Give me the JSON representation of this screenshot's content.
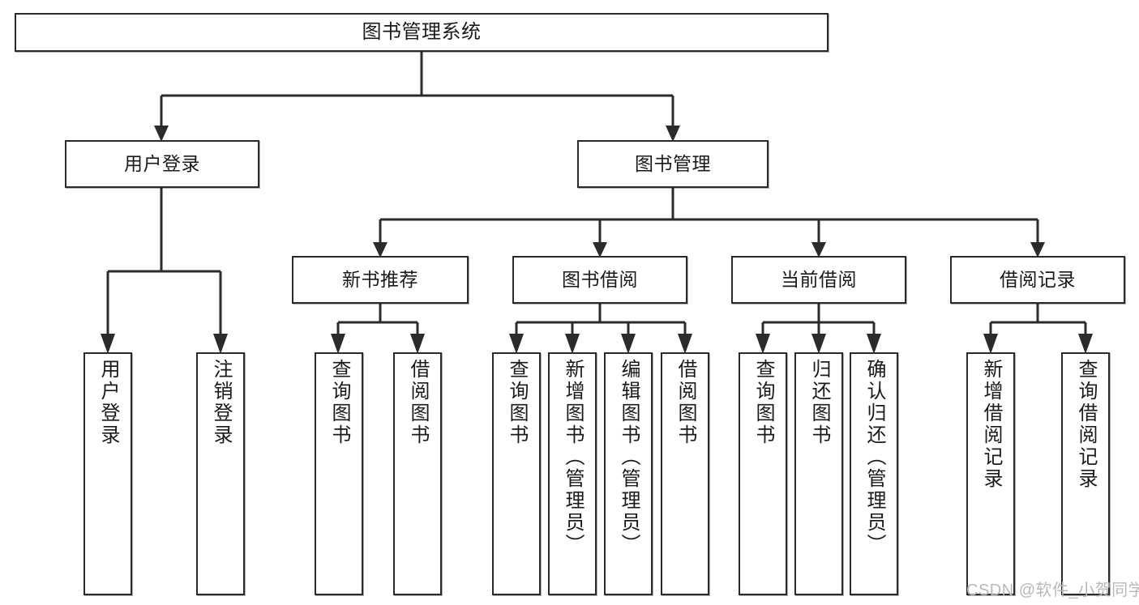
{
  "diagram": {
    "title": "图书管理系统",
    "type": "tree",
    "watermark": "CSDN @软件_小贺同学",
    "colors": {
      "box_border": "#2b2b2b",
      "box_fill": "#ffffff",
      "edge": "#2b2b2b",
      "text": "#1a1a1a",
      "watermark": "#b9b9b9",
      "background": "#ffffff"
    },
    "levels": {
      "root": "图书管理系统",
      "level2": [
        "用户登录",
        "图书管理"
      ],
      "level3": [
        "新书推荐",
        "图书借阅",
        "当前借阅",
        "借阅记录"
      ]
    },
    "nodes": {
      "root": {
        "label": "图书管理系统"
      },
      "user_login": {
        "label": "用户登录"
      },
      "book_manage": {
        "label": "图书管理"
      },
      "new_book_rec": {
        "label": "新书推荐"
      },
      "book_borrow": {
        "label": "图书借阅"
      },
      "current_borrow": {
        "label": "当前借阅"
      },
      "borrow_record": {
        "label": "借阅记录"
      },
      "leaf_user_login": {
        "label": "用户登录"
      },
      "leaf_logout": {
        "label": "注销登录"
      },
      "leaf_query_book_1": {
        "label": "查询图书"
      },
      "leaf_borrow_book_1": {
        "label": "借阅图书"
      },
      "leaf_query_book_2": {
        "label": "查询图书"
      },
      "leaf_add_book_admin": {
        "label": "新增图书（管理员）"
      },
      "leaf_edit_book_admin": {
        "label": "编辑图书（管理员）"
      },
      "leaf_borrow_book_2": {
        "label": "借阅图书"
      },
      "leaf_query_book_3": {
        "label": "查询图书"
      },
      "leaf_return_book": {
        "label": "归还图书"
      },
      "leaf_confirm_return_admin": {
        "label": "确认归还（管理员）"
      },
      "leaf_add_record": {
        "label": "新增借阅记录"
      },
      "leaf_query_record": {
        "label": "查询借阅记录"
      }
    },
    "edges": [
      {
        "from": "root",
        "to": "用户登录"
      },
      {
        "from": "root",
        "to": "图书管理"
      },
      {
        "from": "用户登录",
        "to": "用户登录(叶)"
      },
      {
        "from": "用户登录",
        "to": "注销登录"
      },
      {
        "from": "图书管理",
        "to": "新书推荐"
      },
      {
        "from": "图书管理",
        "to": "图书借阅"
      },
      {
        "from": "图书管理",
        "to": "当前借阅"
      },
      {
        "from": "图书管理",
        "to": "借阅记录"
      },
      {
        "from": "新书推荐",
        "to": "查询图书"
      },
      {
        "from": "新书推荐",
        "to": "借阅图书"
      },
      {
        "from": "图书借阅",
        "to": "查询图书"
      },
      {
        "from": "图书借阅",
        "to": "新增图书（管理员）"
      },
      {
        "from": "图书借阅",
        "to": "编辑图书（管理员）"
      },
      {
        "from": "图书借阅",
        "to": "借阅图书"
      },
      {
        "from": "当前借阅",
        "to": "查询图书"
      },
      {
        "from": "当前借阅",
        "to": "归还图书"
      },
      {
        "from": "当前借阅",
        "to": "确认归还（管理员）"
      },
      {
        "from": "借阅记录",
        "to": "新增借阅记录"
      },
      {
        "from": "借阅记录",
        "to": "查询借阅记录"
      }
    ]
  }
}
